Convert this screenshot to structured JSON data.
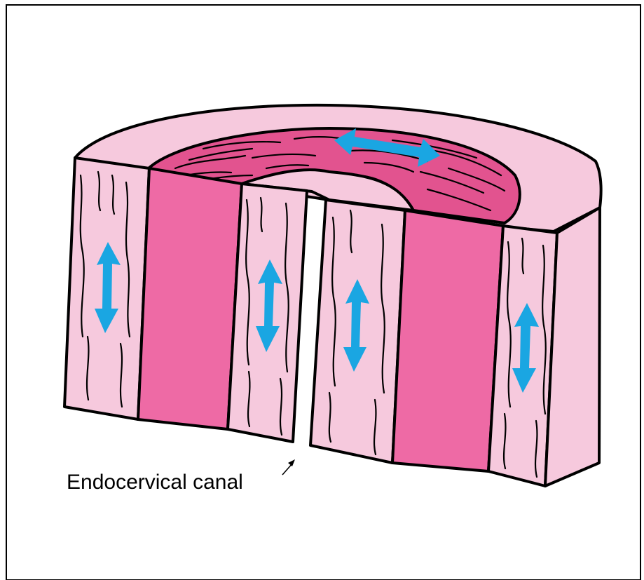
{
  "diagram": {
    "label": "Endocervical canal",
    "colors": {
      "light_pink": "#f6c9dd",
      "dark_pink": "#ee6aa5",
      "arrow_blue": "#1aa6e2",
      "outline": "#000000"
    },
    "arrows": [
      {
        "name": "circumferential-fiber-arrow",
        "orientation": "horizontal"
      },
      {
        "name": "longitudinal-fiber-arrow",
        "orientation": "vertical"
      },
      {
        "name": "longitudinal-fiber-arrow",
        "orientation": "vertical"
      },
      {
        "name": "longitudinal-fiber-arrow",
        "orientation": "vertical"
      },
      {
        "name": "longitudinal-fiber-arrow",
        "orientation": "vertical"
      }
    ]
  }
}
